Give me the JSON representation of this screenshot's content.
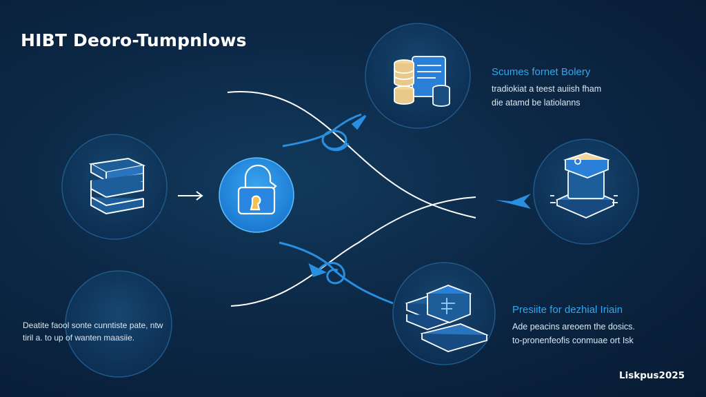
{
  "title": "HIBT Deoro-Tumpnlows",
  "nodes": [
    {
      "id": "top-node",
      "icon": "database-document-icon",
      "heading": "Scumes fornet Bolery",
      "lines": [
        "tradiokiat a teest auiish fham",
        "die atamd be latiolanns"
      ]
    },
    {
      "id": "left-node",
      "icon": "stacked-servers-icon"
    },
    {
      "id": "center-node",
      "icon": "padlock-icon"
    },
    {
      "id": "right-node",
      "icon": "server-chip-icon"
    },
    {
      "id": "bottom-left-node",
      "icon": "empty-circle",
      "lines": [
        "Deatite faool sonte cunntiste pate, ntw",
        "tiril a. to up of wanten maasiie."
      ]
    },
    {
      "id": "bottom-right-node",
      "icon": "server-stack-chip-icon",
      "heading": "Presiite for dezhial Iriain",
      "lines": [
        "Ade peacins areoem the dosics.",
        "to-pronenfeofis conmuae ort Isk"
      ]
    }
  ],
  "logo": "Liskpus2025",
  "colors": {
    "accent": "#2ea8f0",
    "background": "#0c2846",
    "text": "#ffffff"
  }
}
